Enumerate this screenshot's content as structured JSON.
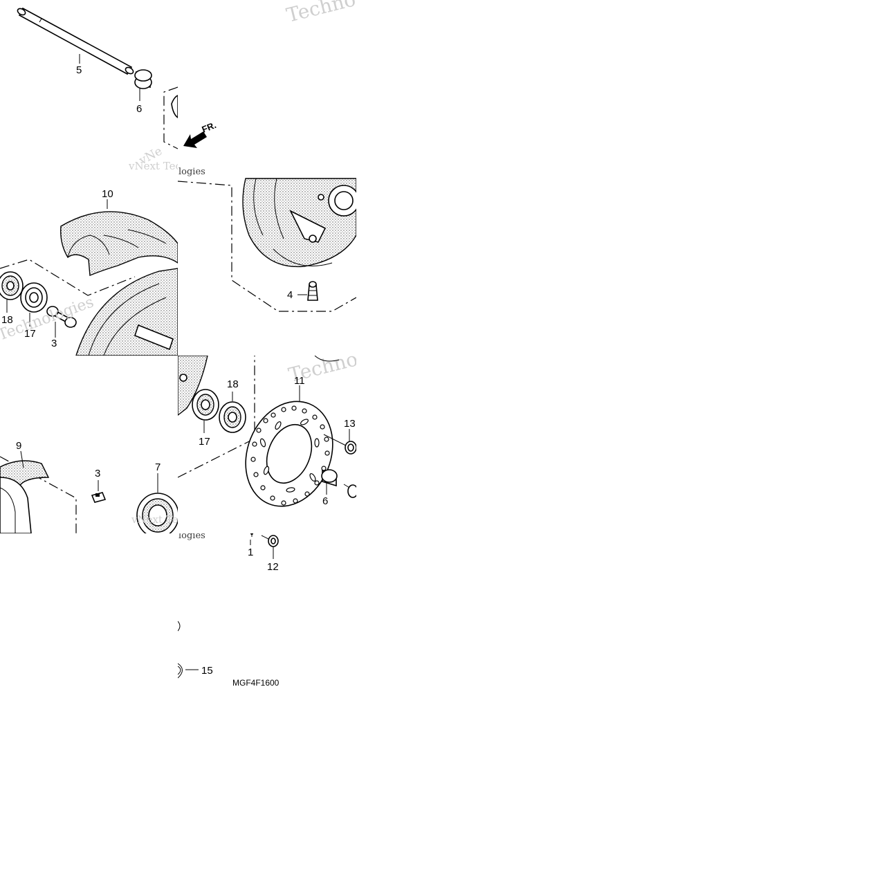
{
  "callouts": {
    "c5": "5",
    "c6a": "6",
    "c10": "10",
    "c18a": "18",
    "c17a": "17",
    "c3a": "3",
    "c4": "4",
    "c18b": "18",
    "c11": "11",
    "c13": "13",
    "c17b": "17",
    "c6b": "6",
    "c9": "9",
    "c3b": "3",
    "c7": "7",
    "c1": "1",
    "c12": "12",
    "c15": "15"
  },
  "front_arrow_label": "FR.",
  "diagram_code": "MGF4F1600",
  "watermarks": {
    "w1": "Techno",
    "w2": "vNext Tec",
    "w3": "logies",
    "w4": "Technologies",
    "w5": "Techno",
    "w6": "vNext Tec",
    "w7": "logies",
    "w8": "vNe"
  },
  "icons": {
    "front_arrow": "front-direction-arrow-icon"
  }
}
